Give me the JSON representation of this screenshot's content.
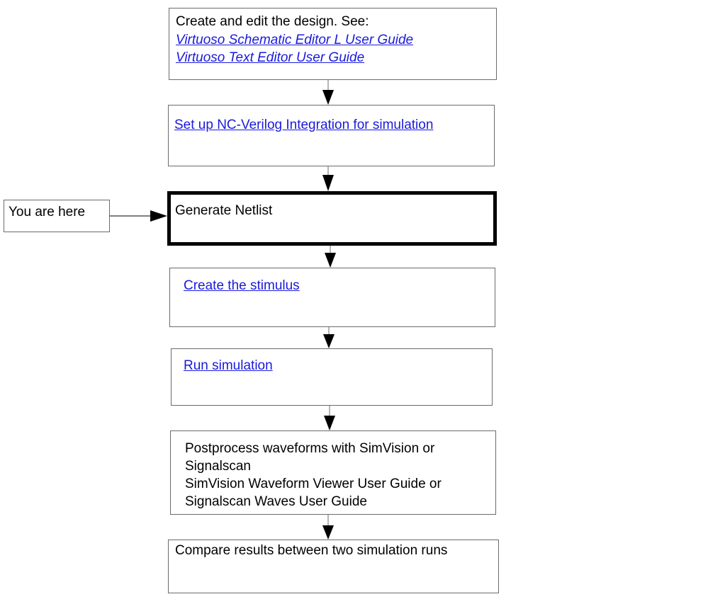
{
  "flow": {
    "step1": {
      "text": "Create and edit the design. See:",
      "links": [
        "Virtuoso Schematic Editor L User Guide",
        "Virtuoso Text Editor User Guide"
      ]
    },
    "step2": {
      "link": "Set up NC-Verilog Integration for simulation"
    },
    "step3": {
      "text": "Generate Netlist"
    },
    "step4": {
      "link": "Create the stimulus"
    },
    "step5": {
      "link": "Run simulation"
    },
    "step6": {
      "lines": [
        "Postprocess waveforms with SimVision or",
        "Signalscan",
        "SimVision Waveform Viewer User Guide or",
        "Signalscan Waves User Guide"
      ]
    },
    "step7": {
      "text": "Compare results between two simulation runs"
    }
  },
  "marker": {
    "label": "You are here"
  },
  "colors": {
    "link": "#1a1adb",
    "border": "#6b6b6b",
    "highlight_border": "#000000"
  }
}
